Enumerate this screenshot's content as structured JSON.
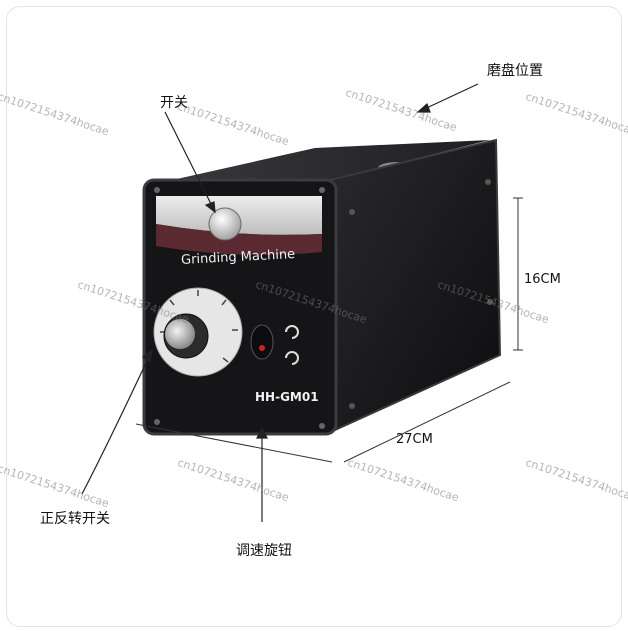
{
  "annotations": {
    "disc_position": "磨盘位置",
    "power_switch": "开关",
    "direction_switch": "正反转开关",
    "speed_knob": "调速旋钮"
  },
  "dimensions": {
    "height": "16CM",
    "depth": "27CM"
  },
  "product": {
    "panel_title": "Grinding Machine",
    "model": "HH-GM01"
  },
  "watermark": "cn1072154374hocae",
  "colors": {
    "body": "#1b1b1d",
    "panel_top": "#d6d6d6",
    "panel_band": "#5a2a30"
  }
}
